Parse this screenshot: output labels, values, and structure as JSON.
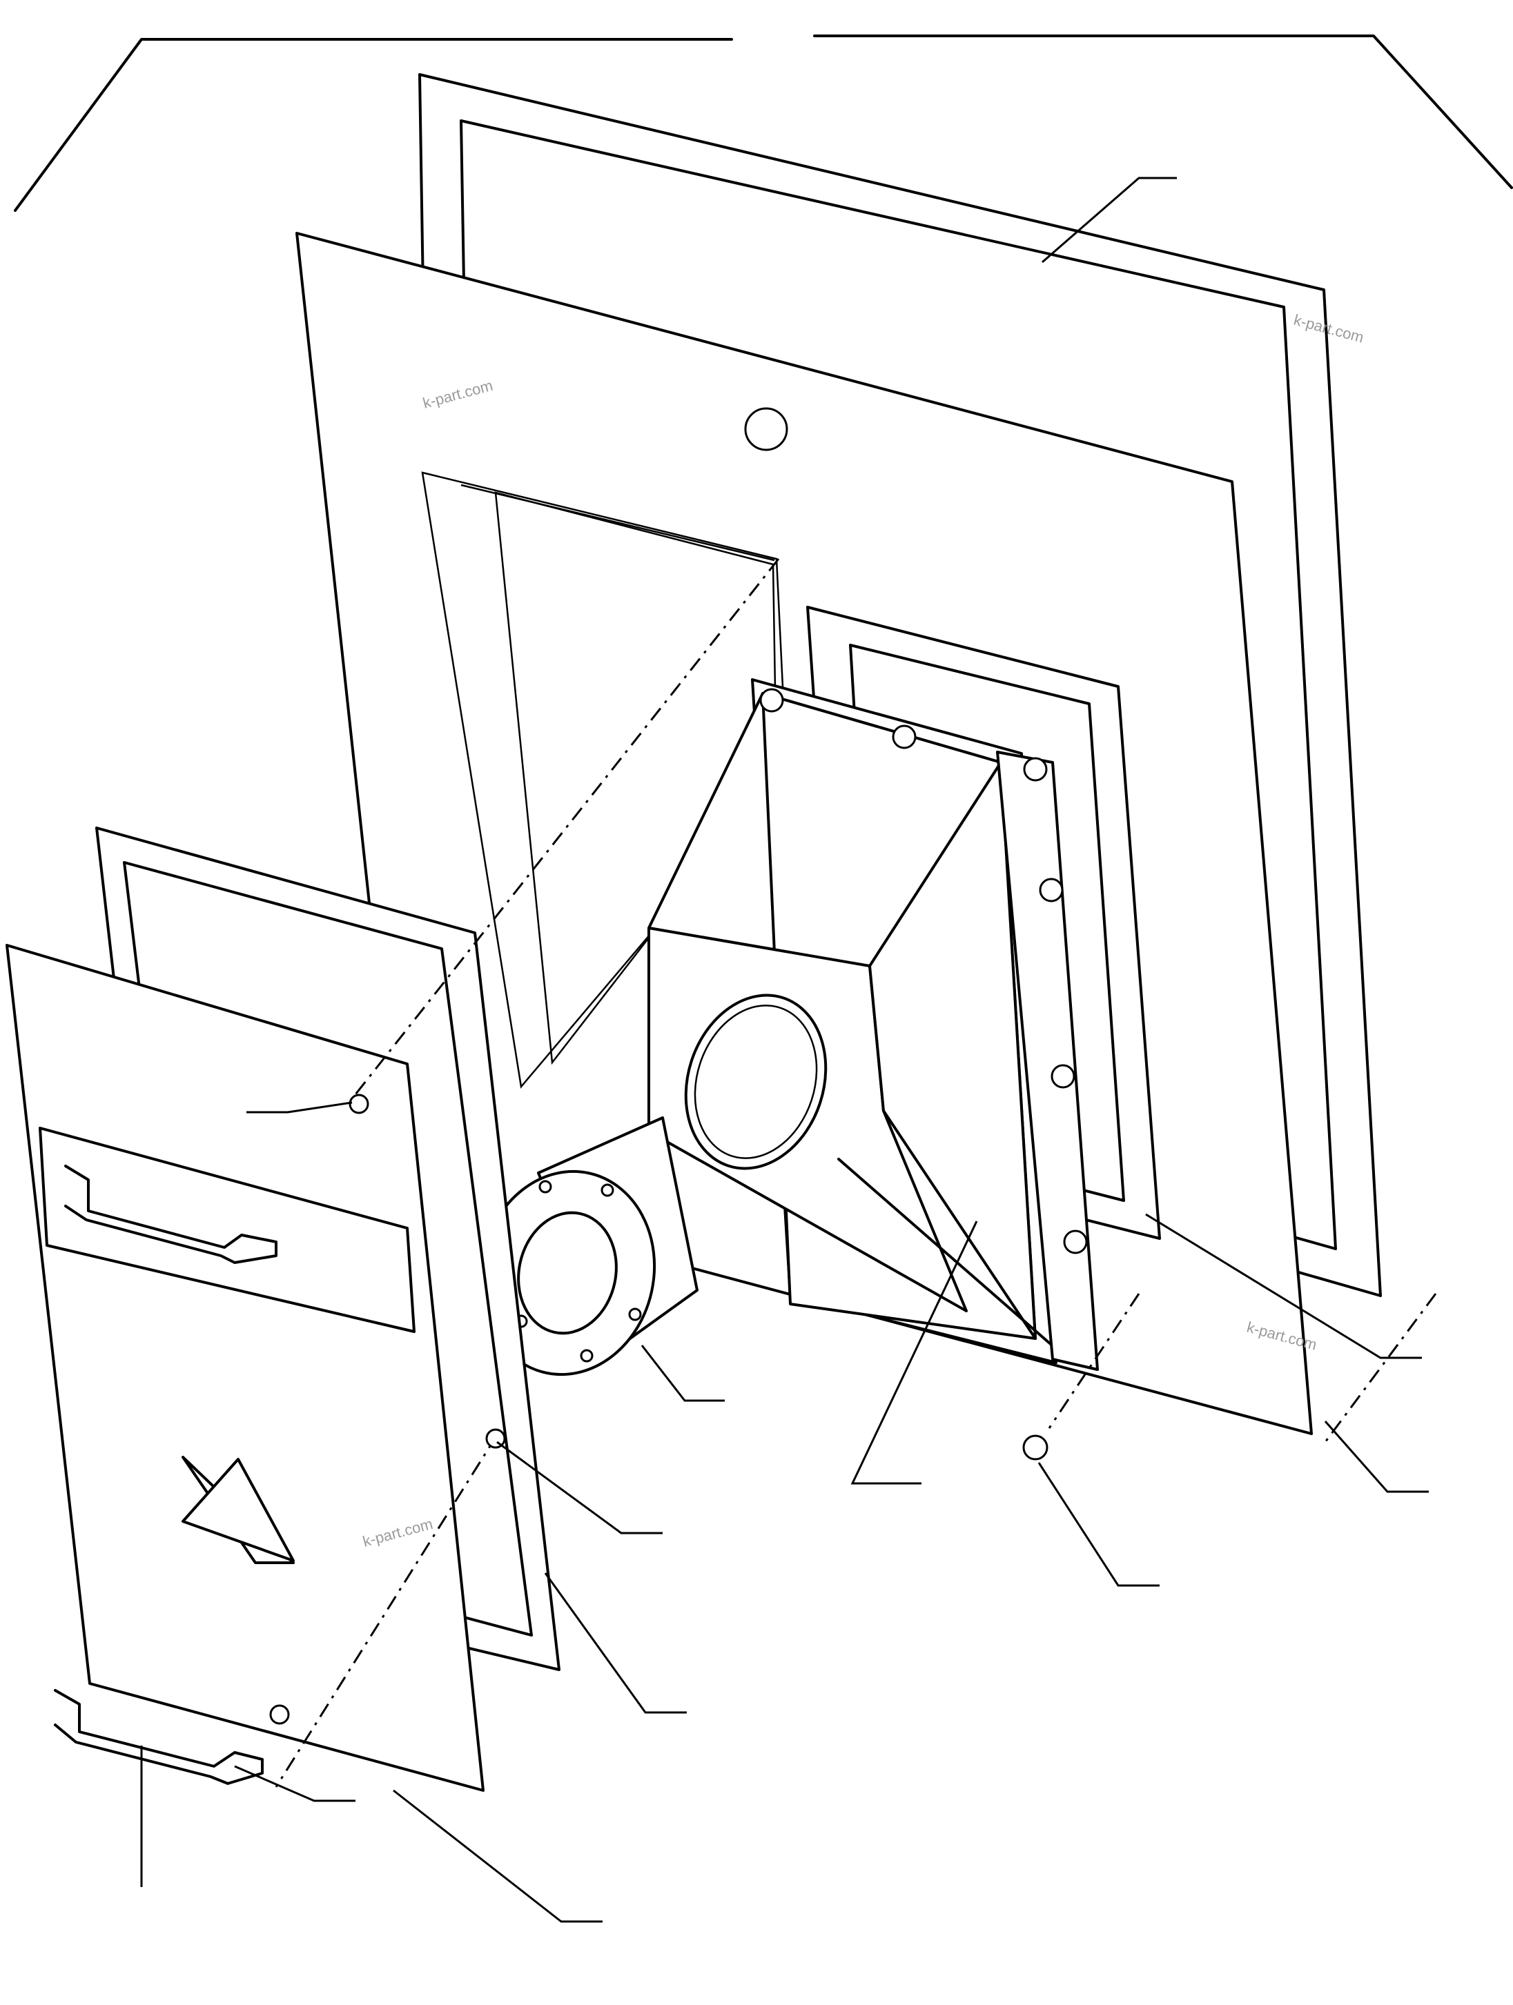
{
  "watermarks": [
    "k-part.com",
    "k-part.com",
    "k-part.com",
    "k-part.com"
  ],
  "colors": {
    "line": "#000000",
    "background": "#ffffff",
    "watermark": "#9a9a9a"
  }
}
